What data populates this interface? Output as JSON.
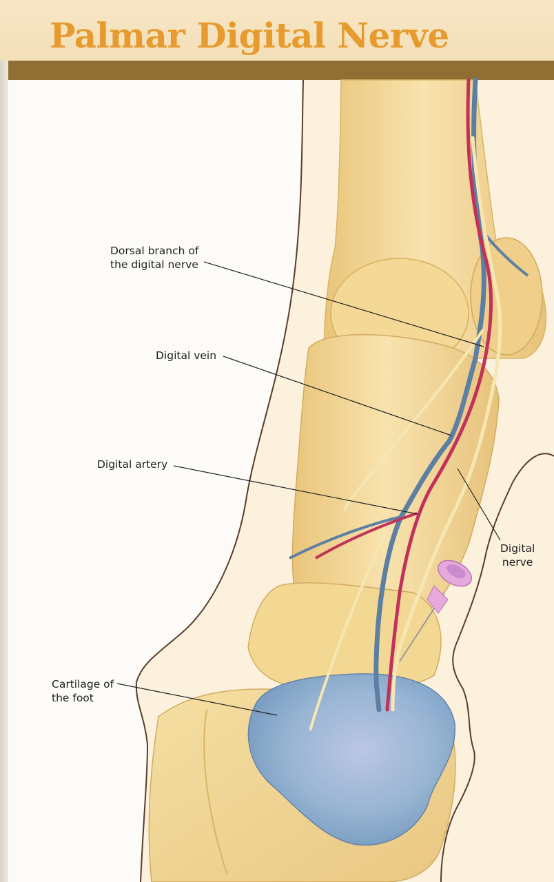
{
  "title": "Palmar Digital Nerve",
  "labels": {
    "dorsal_branch": "Dorsal branch of\nthe digital nerve",
    "digital_vein": "Digital vein",
    "digital_artery": "Digital artery",
    "digital_nerve": "Digital\nnerve",
    "cartilage": "Cartilage of\nthe foot"
  },
  "colors": {
    "title": "#e79b2e",
    "header_band": "#f3dfb8",
    "rule": "#8f6f33",
    "bone": "#f1d48f",
    "bone_outline": "#d9b466",
    "skin_outline": "#5a3c2a",
    "vein": "#5d7fa3",
    "artery": "#c2315a",
    "nerve": "#f3e1a6",
    "cartilage": "#8fb3d6",
    "needle_hub": "#e6a9dc"
  },
  "icons": {
    "needle": "syringe-needle-icon"
  }
}
